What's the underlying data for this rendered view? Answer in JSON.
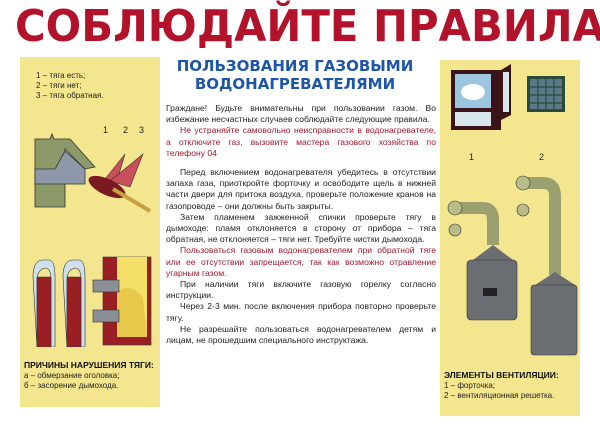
{
  "title": "СОБЛЮДАЙТЕ ПРАВИЛА",
  "subtitle": [
    "ПОЛЬЗОВАНИЯ ГАЗОВЫМИ",
    "ВОДОНАГРЕВАТЕЛЯМИ"
  ],
  "left_panel": {
    "legend": [
      "1 – тяга есть;",
      "2 – тяги нет;",
      "3 – тяга обратная."
    ],
    "flame_labels": [
      "1",
      "2",
      "3"
    ],
    "caption_title": "ПРИЧИНЫ НАРУШЕНИЯ ТЯГИ:",
    "caption_items": [
      "а – обмерзание оголовка;",
      "б – засорение дымохода."
    ]
  },
  "body": [
    {
      "text": "Граждане! Будьте внимательны при пользовании газом. Во избежание несчастных случаев соблюдайте следующие правила.",
      "style": "normal"
    },
    {
      "text": "Не устраняйте самовольно неисправности в водонагревателе, а отключите газ, вызовите мастера газового хозяйства по телефону 04",
      "style": "red"
    },
    {
      "text": "Перед включением водонагревателя убедитесь в отсутствии запаха газа, приоткройте форточку и освободите щель в нижней части двери для притока воздуха, проверьте положение кранов на газопроводе – они должны быть закрыты.",
      "style": "normal"
    },
    {
      "text": "Затем пламенем зажженной спички проверьте тягу в дымоходе: пламя отклоняется в сторону от прибора – тяга обратная, не отклоняется – тяги нет. Требуйте чистки дымохода.",
      "style": "normal"
    },
    {
      "text": "Пользоваться газовым водонагревателем при обратной тяге или ее отсутствии запрещается, так как возможно отравление угарным газом.",
      "style": "red"
    },
    {
      "text": "При наличии тяги включите газовую горелку согласно инструкции.",
      "style": "normal"
    },
    {
      "text": "Через 2-3 мин. после включения прибора повторно проверьте тягу.",
      "style": "normal"
    },
    {
      "text": "Не разрешайте пользоваться водонагревателем детям и лицам, не прошедшим специального инструктажа.",
      "style": "normal"
    }
  ],
  "right_panel": {
    "labels": [
      "1",
      "2"
    ],
    "caption_title": "ЭЛЕМЕНТЫ ВЕНТИЛЯЦИИ:",
    "caption_items": [
      "1 – форточка;",
      "2 – вентиляционная решетка."
    ]
  },
  "colors": {
    "title": "#b3122b",
    "subtitle": "#1d55a8",
    "panel": "#f4e68f",
    "warning_text": "#a3162b"
  }
}
